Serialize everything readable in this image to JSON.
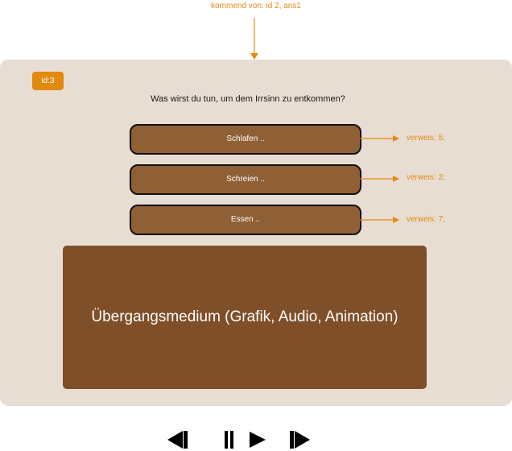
{
  "incoming": {
    "label": "kommend von: id 2, ans1"
  },
  "node": {
    "id_label": "id:3",
    "question": "Was wirst du tun, um dem Irrsinn zu entkommen?",
    "answers": [
      {
        "label": "Schlafen ..",
        "reference": "verweis: 5;"
      },
      {
        "label": "Schreien ..",
        "reference": "verweis: 2;"
      },
      {
        "label": "Essen ..",
        "reference": "verweis: 7;"
      }
    ],
    "media_placeholder": "Übergangsmedium (Grafik, Audio, Animation)"
  },
  "colors": {
    "accent": "#e58a10",
    "panel": "#e8ddd3",
    "button": "#8f5f36",
    "media": "#7e4f28"
  },
  "controls": [
    "skip-back-icon",
    "pause-icon",
    "play-icon",
    "skip-forward-icon"
  ]
}
